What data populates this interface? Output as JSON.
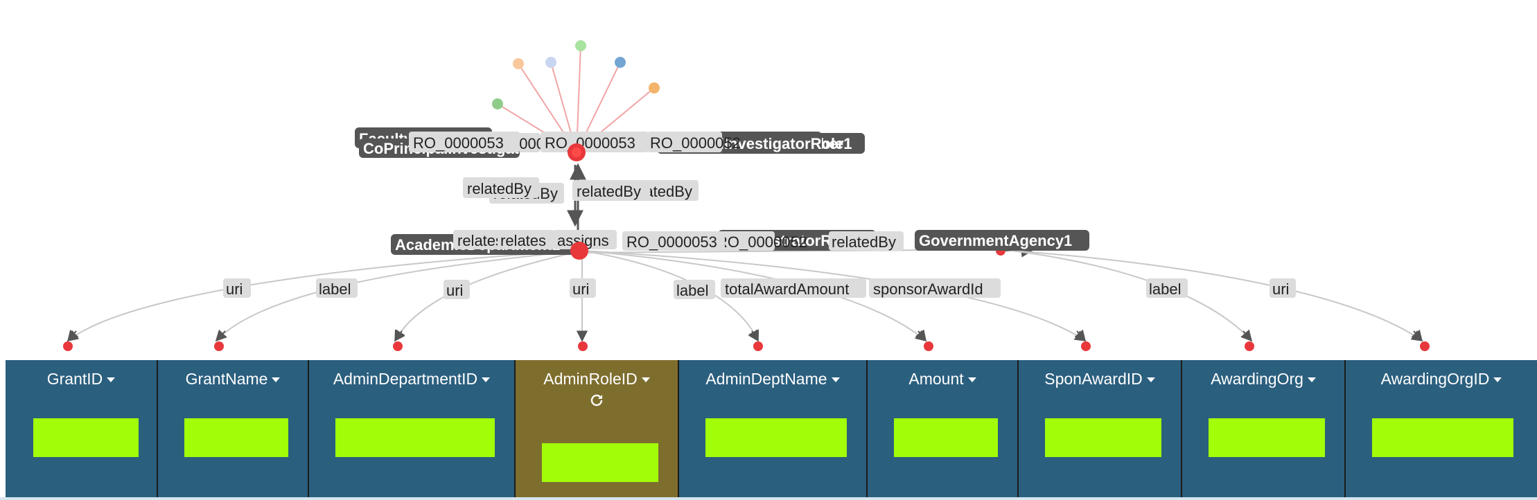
{
  "graph": {
    "node_labels": {
      "faculty": "FacultyMember1",
      "co_investigator": "CoPrincipalInvestigatorRole1",
      "investigator": "PrincipalInvestigatorRole1",
      "member": "FacultyMember1",
      "academic": "AcademicDepartment1",
      "administrator": "AdministratorRole1",
      "agency": "GovernmentAgency1"
    },
    "edge_labels": {
      "ro_left_a": "RO_0000053",
      "ro_left_b": "RO_0000052",
      "ro_right_a": "RO_0000053",
      "ro_right_b": "RO_0000052",
      "related_left_a": "relatedBy",
      "related_left_b": "relatedBy",
      "related_right_a": "relatedBy",
      "related_right_b": "relatedBy",
      "relates_a": "relates",
      "relates_b": "relates",
      "assigns": "assigns",
      "ro_mid_a": "RO_0000053",
      "ro_mid_b": "RO_0000052",
      "related_far": "relatedBy",
      "c1": "uri",
      "c2": "label",
      "c3": "uri",
      "c4": "uri",
      "c5": "label",
      "c6": "totalAwardAmount",
      "c7": "sponsorAwardId",
      "c8": "label",
      "c9": "uri"
    },
    "colors": {
      "node_red": "#e8383b",
      "edge_gray": "#c8c8c8",
      "arrow_dark": "#555555",
      "spoke_pink": "#f2a4a4",
      "spoke_nodes": [
        "#8fcc8a",
        "#f9c79c",
        "#c9d6f2",
        "#a9e2a1",
        "#74a6d4",
        "#f4b36a"
      ]
    }
  },
  "columns": [
    {
      "label": "GrantID",
      "selected": false
    },
    {
      "label": "GrantName",
      "selected": false
    },
    {
      "label": "AdminDepartmentID",
      "selected": false
    },
    {
      "label": "AdminRoleID",
      "selected": true,
      "icon": "refresh-icon"
    },
    {
      "label": "AdminDeptName",
      "selected": false
    },
    {
      "label": "Amount",
      "selected": false
    },
    {
      "label": "SponAwardID",
      "selected": false
    },
    {
      "label": "AwardingOrg",
      "selected": false
    },
    {
      "label": "AwardingOrgID",
      "selected": false
    }
  ],
  "style_colors": {
    "column_bg": "#2b5f7e",
    "column_selected_bg": "#7e6e2e",
    "swatch": "#a2fd09"
  }
}
